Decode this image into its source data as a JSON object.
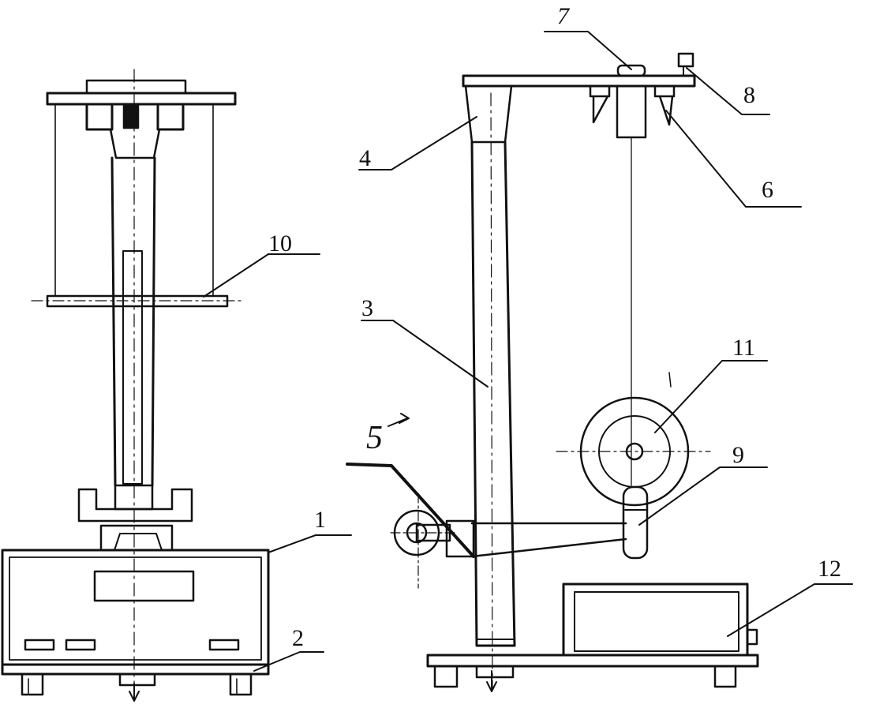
{
  "colors": {
    "ink": "#111111",
    "paper": "#ffffff"
  },
  "labels": [
    {
      "id": "1",
      "text": "1"
    },
    {
      "id": "2",
      "text": "2"
    },
    {
      "id": "3",
      "text": "3"
    },
    {
      "id": "4",
      "text": "4"
    },
    {
      "id": "5",
      "text": "5"
    },
    {
      "id": "6",
      "text": "6"
    },
    {
      "id": "7",
      "text": "7"
    },
    {
      "id": "8",
      "text": "8"
    },
    {
      "id": "9",
      "text": "9"
    },
    {
      "id": "10",
      "text": "10"
    },
    {
      "id": "11",
      "text": "11"
    },
    {
      "id": "12",
      "text": "12"
    }
  ]
}
